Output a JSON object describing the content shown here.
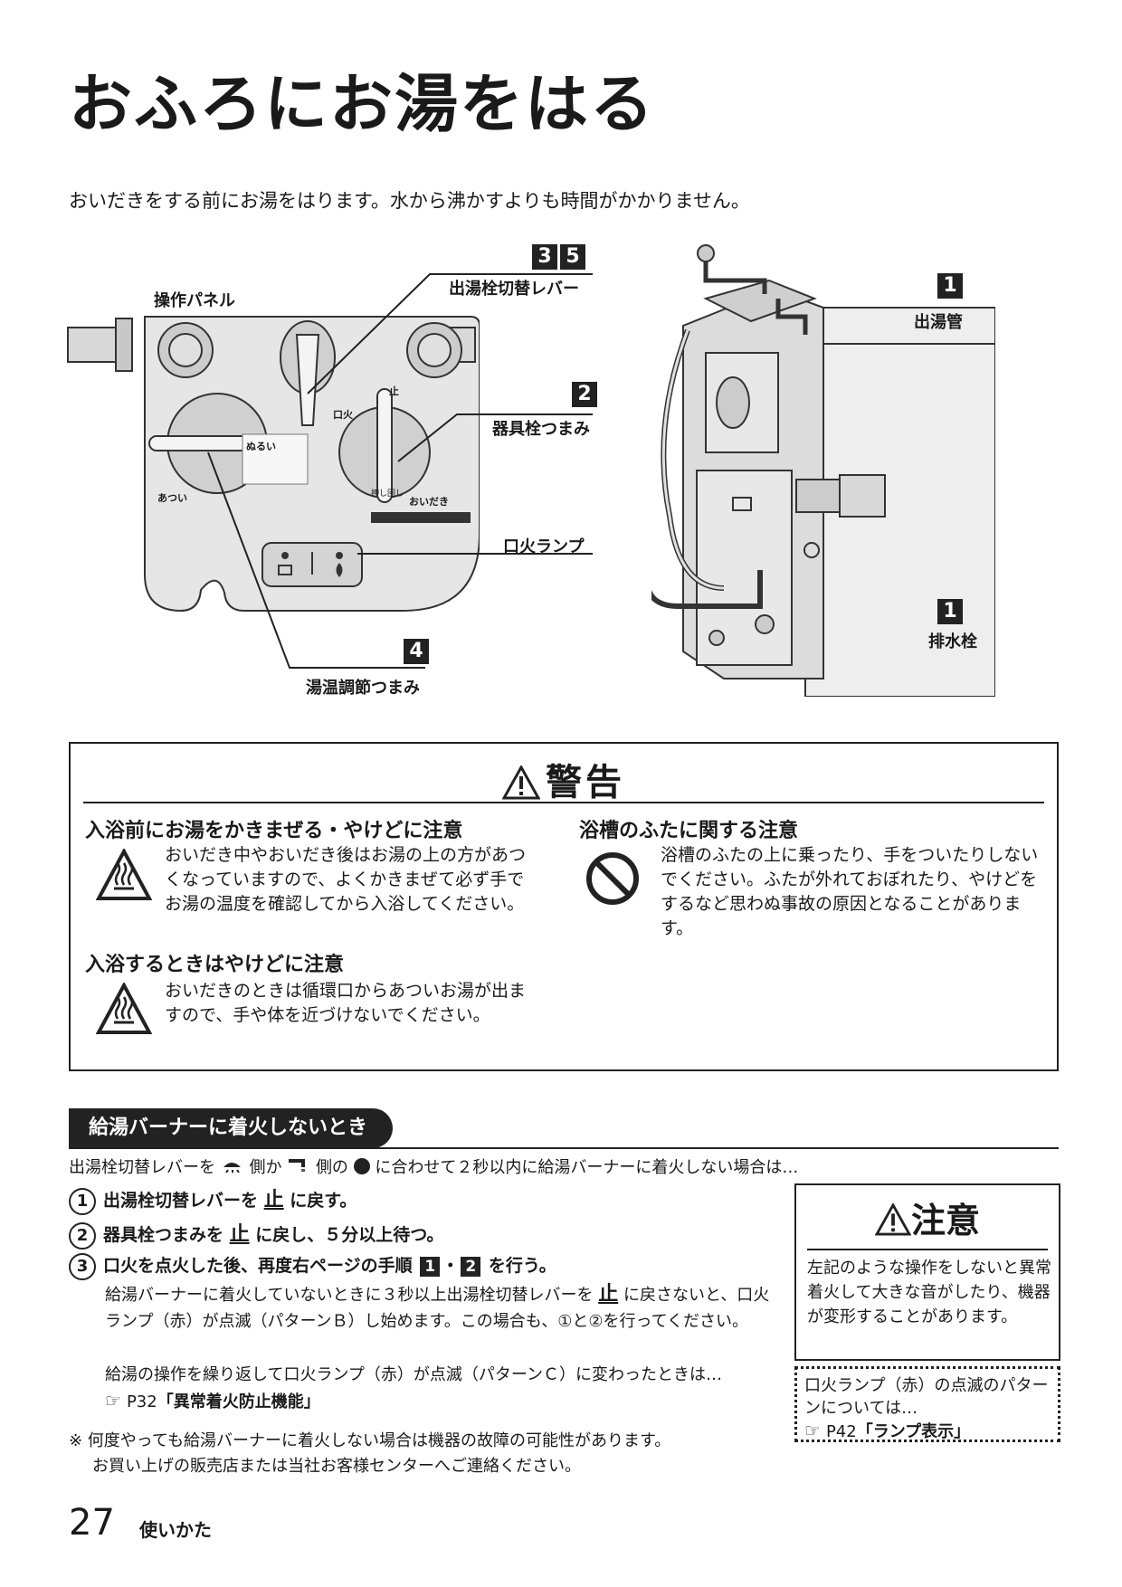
{
  "title": "おふろにお湯をはる",
  "intro": "おいだきをする前にお湯をはります。水から沸かすよりも時間がかかりません。",
  "diagram": {
    "panel_label": "操作パネル",
    "lever_label": "出湯栓切替レバー",
    "lever_nums": [
      "3",
      "5"
    ],
    "knob_label": "器具栓つまみ",
    "knob_num": "2",
    "lamp_label": "口火ランプ",
    "temp_label": "湯温調節つまみ",
    "temp_num": "4",
    "pipe_label": "出湯管",
    "pipe_num": "1",
    "drain_label": "排水栓",
    "drain_num": "1",
    "panel_small": {
      "nurui": "ぬるい",
      "atsui": "あつい",
      "tomaru": "止",
      "kuchibi": "口火",
      "oidaki": "おいだき",
      "oshimawashi": "押し回し"
    }
  },
  "warning": {
    "heading": "警告",
    "left": [
      {
        "title": "入浴前にお湯をかきまぜる・やけどに注意",
        "text": "おいだき中やおいだき後はお湯の上の方があつくなっていますので、よくかきまぜて必ず手でお湯の温度を確認してから入浴してください。"
      },
      {
        "title": "入浴するときはやけどに注意",
        "text": "おいだきのときは循環口からあついお湯が出ますので、手や体を近づけないでください。"
      }
    ],
    "right": {
      "title": "浴槽のふたに関する注意",
      "text": "浴槽のふたの上に乗ったり、手をついたりしないでください。ふたが外れておぼれたり、やけどをするなど思わぬ事故の原因となることがあります。"
    }
  },
  "section": {
    "title": "給湯バーナーに着火しないとき",
    "intro_a": "出湯栓切替レバーを",
    "intro_b": "側か",
    "intro_c": "側の",
    "intro_d": "に合わせて２秒以内に給湯バーナーに着火しない場合は…",
    "step1_num": "1",
    "step1_a": "出湯栓切替レバーを",
    "step1_b": "に戻す。",
    "step2_num": "2",
    "step2_a": "器具栓つまみを",
    "step2_b": "に戻し、５分以上待つ。",
    "step3_num": "3",
    "step3_a": "口火を点火した後、再度右ページの手順",
    "step3_n1": "1",
    "step3_sep": "・",
    "step3_n2": "2",
    "step3_b": "を行う。",
    "tomaru": "止",
    "detail1_a": "給湯バーナーに着火していないときに３秒以上出湯栓切替レバーを",
    "detail1_b": "に戻さないと、口火ランプ（赤）が点滅（パターンＢ）し始めます。この場合も、①と②を行ってください。",
    "detail2": "給湯の操作を繰り返して口火ランプ（赤）が点滅（パターンＣ）に変わったときは…",
    "ref1_page": "P32",
    "ref1_title": "「異常着火防止機能」",
    "note1": "※ 何度やっても給湯バーナーに着火しない場合は機器の故障の可能性があります。",
    "note2": "お買い上げの販売店または当社お客様センターへご連絡ください。"
  },
  "caution": {
    "heading": "注意",
    "text": "左記のような操作をしないと異常着火して大きな音がしたり、機器が変形することがあります。"
  },
  "lamp_ref": {
    "text": "口火ランプ（赤）の点滅のパターンについては…",
    "page": "P42",
    "title": "「ランプ表示」"
  },
  "footer": {
    "page": "27",
    "label": "使いかた"
  }
}
